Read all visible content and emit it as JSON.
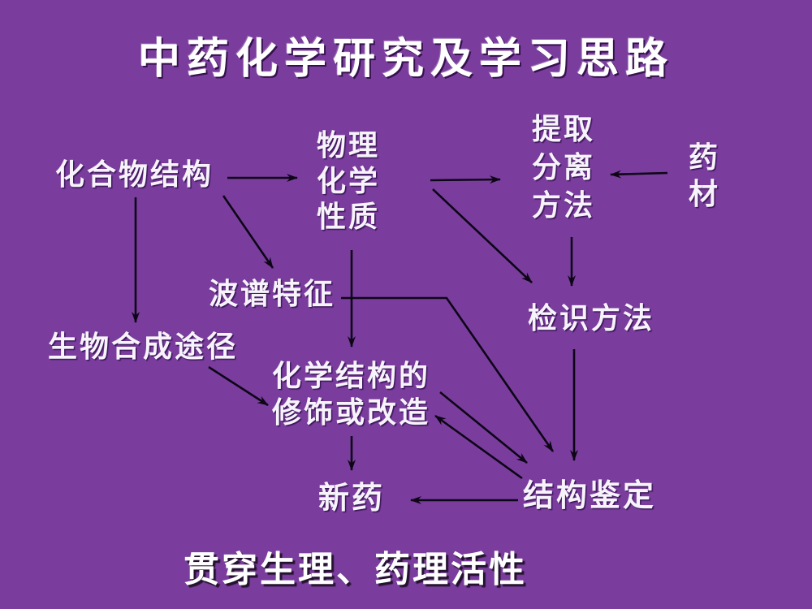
{
  "slide": {
    "title": "中药化学研究及学习思路",
    "caption": "贯穿生理、药理活性"
  },
  "nodes": {
    "compound_structure": "化合物结构",
    "physchem_properties": "物理\n化学\n性质",
    "extraction_separation": "提取\n分离\n方法",
    "medicinal_material": "药\n材",
    "spectral_features": "波谱特征",
    "detection_methods": "检识方法",
    "biosynthesis_pathway": "生物合成途径",
    "structure_modification": "化学结构的\n修饰或改造",
    "new_drug": "新药",
    "structure_identification": "结构鉴定"
  },
  "diagram": {
    "type": "flow-diagram",
    "edges": [
      {
        "from": "化合物结构",
        "to": "物理化学性质"
      },
      {
        "from": "物理化学性质",
        "to": "提取分离方法"
      },
      {
        "from": "药材",
        "to": "提取分离方法"
      },
      {
        "from": "提取分离方法",
        "to": "检识方法"
      },
      {
        "from": "物理化学性质",
        "to": "检识方法"
      },
      {
        "from": "化合物结构",
        "to": "生物合成途径"
      },
      {
        "from": "化合物结构",
        "to": "波谱特征"
      },
      {
        "from": "物理化学性质",
        "to": "化学结构的修饰或改造"
      },
      {
        "from": "波谱特征",
        "to": "结构鉴定"
      },
      {
        "from": "生物合成途径",
        "to": "化学结构的修饰或改造"
      },
      {
        "from": "化学结构的修饰或改造",
        "to": "新药"
      },
      {
        "from": "化学结构的修饰或改造",
        "to": "结构鉴定"
      },
      {
        "from": "结构鉴定",
        "to": "化学结构的修饰或改造"
      },
      {
        "from": "检识方法",
        "to": "结构鉴定"
      },
      {
        "from": "结构鉴定",
        "to": "新药"
      }
    ]
  },
  "colors": {
    "background": "#7a3d9d",
    "text": "#ffffff",
    "arrow": "#0d0617"
  }
}
